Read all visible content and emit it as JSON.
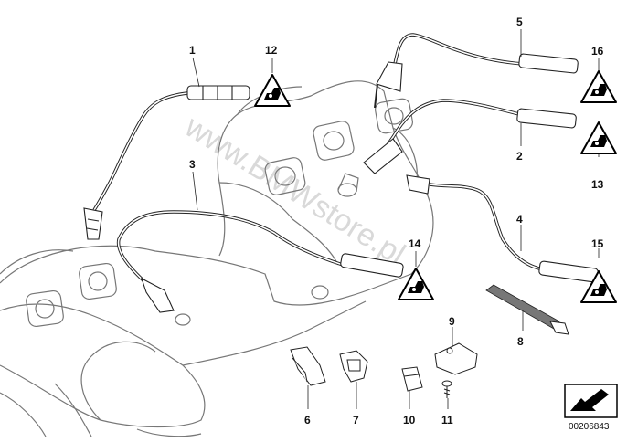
{
  "watermark": "www.BMWstore.pl",
  "reference_number": "00206843",
  "part_labels": [
    "1",
    "2",
    "3",
    "4",
    "5",
    "6",
    "7",
    "8",
    "9",
    "10",
    "11",
    "12",
    "13",
    "14",
    "15",
    "16"
  ],
  "warning_icon": "warning-triangle-icon",
  "nav_icon": "arrow-corner-icon"
}
